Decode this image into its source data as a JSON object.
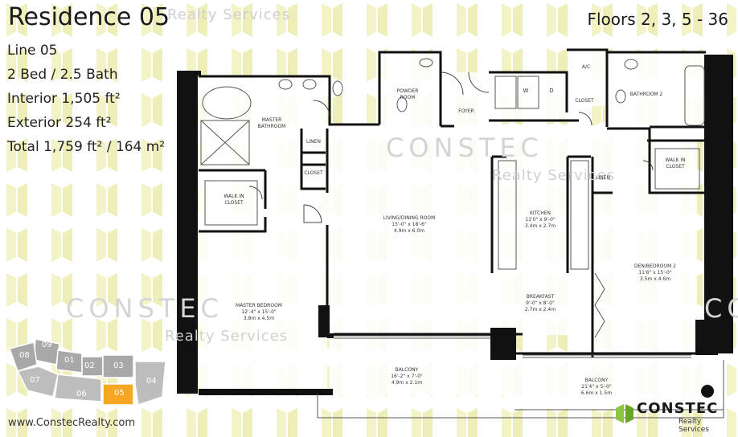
{
  "header": {
    "title": "Residence 05",
    "floors_prefix": "Floors ",
    "floors_value": "2, 3, 5 - 36"
  },
  "info": {
    "line": "Line 05",
    "beds_baths": "2 Bed / 2.5 Bath",
    "interior": "Interior 1,505 ft²",
    "exterior": "Exterior 254 ft²",
    "total": "Total 1,759 ft² / 164 m²"
  },
  "watermark": {
    "brand": "CONSTEC",
    "sub": "Realty Services"
  },
  "rooms": {
    "master_bathroom": [
      "MASTER",
      "BATHROOM"
    ],
    "powder_room": [
      "POWDER",
      "ROOM"
    ],
    "foyer": "FOYER",
    "ac": "A/C",
    "closet": "CLOSET",
    "bathroom2": "BATHROOM 2",
    "linen": "LINEN",
    "walk_in_closet": [
      "WALK IN",
      "CLOSET"
    ],
    "walk_in_closet2": [
      "WALK IN",
      "CLOSET"
    ],
    "living_dining": [
      "LIVING/DINING ROOM",
      "15'-0\" x 18'-6\"",
      "4.9m x 6.0m"
    ],
    "kitchen": [
      "KITCHEN",
      "11'0\" x 9'-0\"",
      "3.4m x 2.7m"
    ],
    "den_bedroom2": [
      "DEN/BEDROOM 2",
      "11'6\" x 15'-0\"",
      "3.5m x 4.6m"
    ],
    "master_bedroom": [
      "MASTER BEDROOM",
      "12'-4\" x 15'-0\"",
      "3.8m x 4.5m"
    ],
    "breakfast": [
      "BREAKFAST",
      "9'-0\" x 8'-0\"",
      "2.7m x 2.4m"
    ],
    "balcony1": [
      "BALCONY",
      "16'-2\" x 7'-0\"",
      "4.9m x 2.1m"
    ],
    "balcony2": [
      "BALCONY",
      "21'4\" x 5'-0\"",
      "6.6m x 1.5m"
    ],
    "wd_w": "W",
    "wd_d": "D"
  },
  "keyplan": {
    "units": [
      "09",
      "08",
      "01",
      "02",
      "03",
      "07",
      "06",
      "05",
      "04"
    ],
    "highlight": "05",
    "highlight_color": "#f5a623",
    "unit_color": "#a8a8a8"
  },
  "footer": {
    "website": "www.ConstecRealty.com",
    "logo": "CONSTEC",
    "logo_sub": "Realty Services"
  },
  "colors": {
    "pattern": "#f2f2c6",
    "wall": "#111111",
    "logo_green": "#8cc63f"
  }
}
